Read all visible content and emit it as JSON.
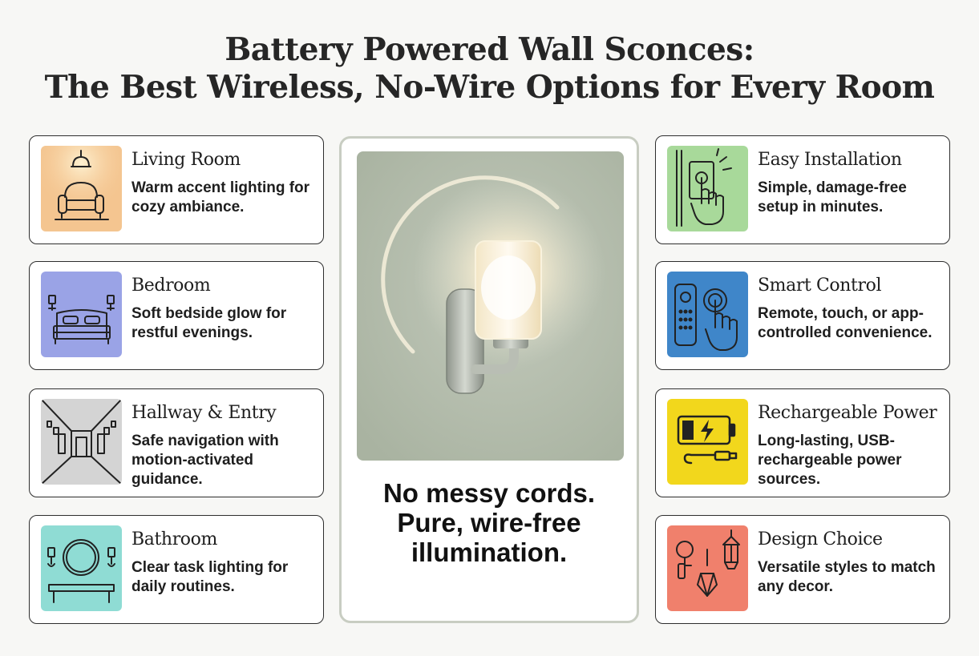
{
  "title": {
    "line1": "Battery Powered Wall Sconces:",
    "line2": "The Best Wireless, No-Wire Options for Every Room"
  },
  "left_cards": [
    {
      "icon": "armchair-lamp-icon",
      "title": "Living Room",
      "desc": "Warm accent lighting for cozy ambiance.",
      "color": "#f4c590"
    },
    {
      "icon": "bed-sconces-icon",
      "title": "Bedroom",
      "desc": "Soft bedside glow for restful evenings.",
      "color": "#9aa3e6"
    },
    {
      "icon": "hallway-icon",
      "title": "Hallway & Entry",
      "desc": "Safe navigation with motion-activated guidance.",
      "color": "#d4d4d4"
    },
    {
      "icon": "mirror-vanity-icon",
      "title": "Bathroom",
      "desc": "Clear task lighting for daily routines.",
      "color": "#8fdcd4"
    }
  ],
  "right_cards": [
    {
      "icon": "touch-wall-icon",
      "title": "Easy Installation",
      "desc": "Simple, damage-free setup in minutes.",
      "color": "#a8d99a"
    },
    {
      "icon": "remote-touch-icon",
      "title": "Smart Control",
      "desc": "Remote, touch, or app-controlled convenience.",
      "color": "#3f86c9"
    },
    {
      "icon": "battery-usb-icon",
      "title": "Rechargeable Power",
      "desc": "Long-lasting, USB-rechargeable power sources.",
      "color": "#f2d71c"
    },
    {
      "icon": "sconce-pendant-icon",
      "title": "Design Choice",
      "desc": "Versatile styles to match any decor.",
      "color": "#f0806c"
    }
  ],
  "center": {
    "image": "glowing-wall-sconce",
    "tagline": [
      "No messy cords.",
      "Pure, wire-free",
      "illumination."
    ]
  }
}
